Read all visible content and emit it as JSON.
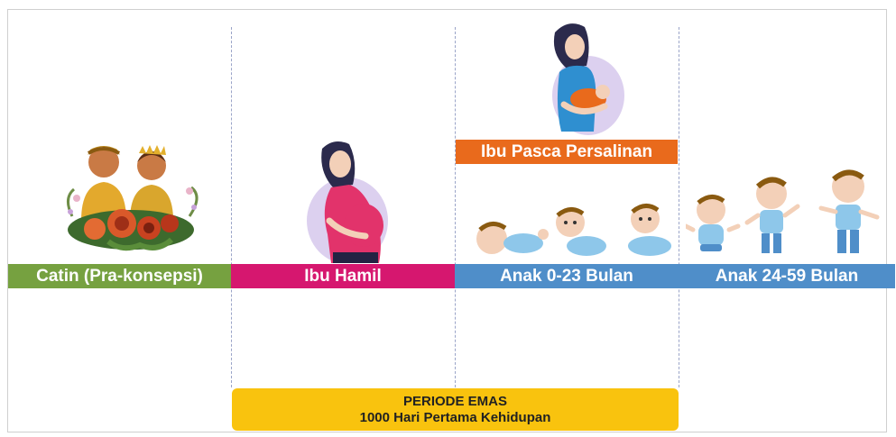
{
  "stages": {
    "catin": "Catin (Pra-konsepsi)",
    "ibu_hamil": "Ibu Hamil",
    "ibu_pasca": "Ibu Pasca Persalinan",
    "anak_0_23": "Anak 0-23 Bulan",
    "anak_24_59": "Anak 24-59 Bulan"
  },
  "golden_period": {
    "title": "PERIODE EMAS",
    "subtitle": "1000 Hari Pertama Kehidupan"
  },
  "colors": {
    "catin": "#76a140",
    "ibu_hamil": "#d6176f",
    "ibu_pasca": "#e96a1c",
    "anak": "#4f8ec9",
    "golden": "#f9c30e"
  }
}
